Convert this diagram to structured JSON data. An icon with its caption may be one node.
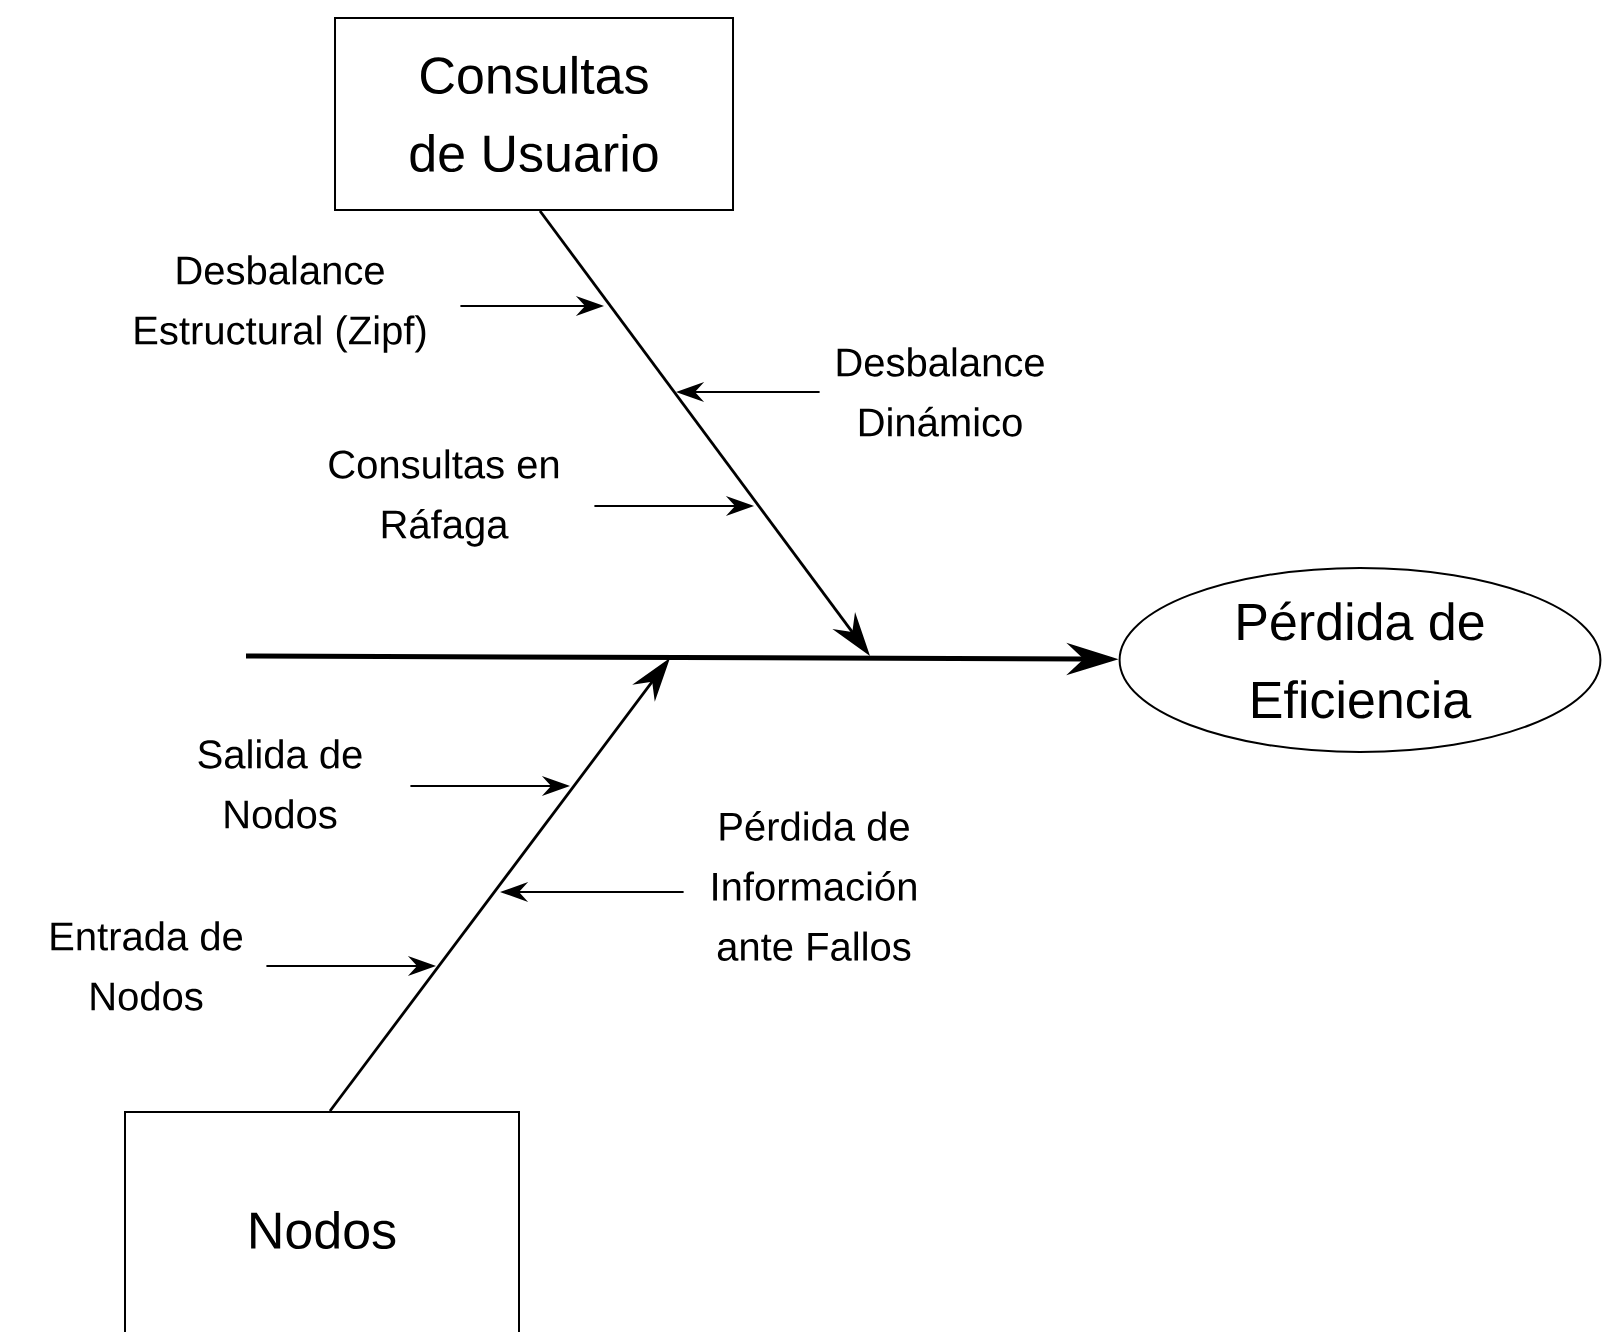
{
  "diagram": {
    "nodes": [
      {
        "text": [
          "Consultas de Usuario"
        ]
      },
      {
        "text": [
          "Nodos"
        ]
      },
      {
        "text": [
          "Pérdida de Eficiencia"
        ]
      },
      {
        "text": [
          "Desbalance Estructural (Zipf)"
        ]
      },
      {
        "text": [
          "Desbalance Dinámico"
        ]
      },
      {
        "text": [
          "Consultas en Ráfaga"
        ]
      },
      {
        "text": [
          "Salida de Nodos"
        ]
      },
      {
        "text": [
          "Pérdida de Información ante Fallos"
        ]
      },
      {
        "text": [
          "Entrada de Nodos"
        ]
      }
    ],
    "edges": [
      {
        "from": 0,
        "to": null,
        "arrow": "to"
      },
      {
        "from": 1,
        "to": null,
        "arrow": "to"
      },
      {
        "from": null,
        "to": 2,
        "arrow": "to",
        "style": "thick"
      },
      {
        "from": 3,
        "to": null,
        "arrow": "to"
      },
      {
        "from": 4,
        "to": null,
        "arrow": "to"
      },
      {
        "from": 5,
        "to": null,
        "arrow": "to"
      },
      {
        "from": 6,
        "to": null,
        "arrow": "to"
      },
      {
        "from": 7,
        "to": null,
        "arrow": "to"
      },
      {
        "from": 8,
        "to": null,
        "arrow": "to"
      }
    ]
  }
}
